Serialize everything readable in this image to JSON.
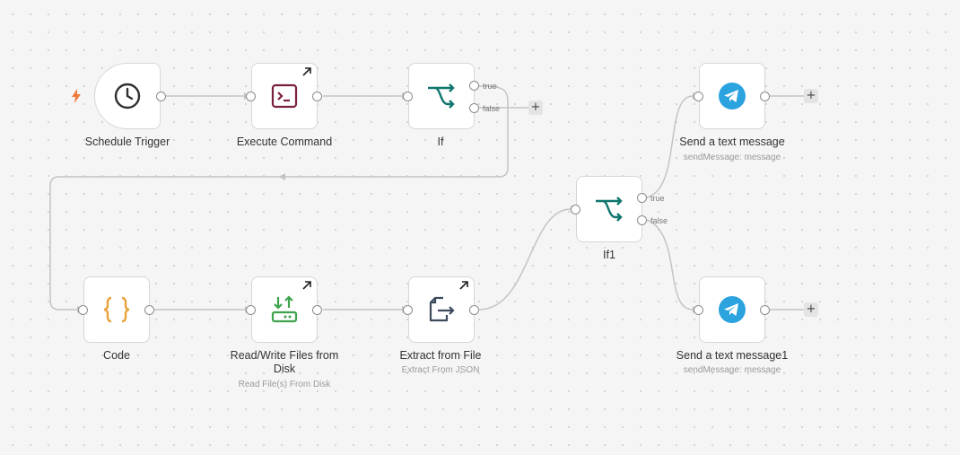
{
  "nodes": {
    "schedule": {
      "title": "Schedule Trigger",
      "icon": "clock-icon"
    },
    "execute": {
      "title": "Execute Command",
      "icon": "terminal-icon"
    },
    "if": {
      "title": "If",
      "icon": "branch-icon",
      "outputs": [
        "true",
        "false"
      ]
    },
    "code": {
      "title": "Code",
      "icon": "braces-icon"
    },
    "readwrite": {
      "title_line1": "Read/Write Files from",
      "title_line2": "Disk",
      "subtitle": "Read File(s) From Disk",
      "icon": "file-transfer-icon"
    },
    "extract": {
      "title": "Extract from File",
      "subtitle": "Extract From JSON",
      "icon": "file-export-icon"
    },
    "if1": {
      "title": "If1",
      "icon": "branch-icon",
      "outputs": [
        "true",
        "false"
      ]
    },
    "telegram1": {
      "title": "Send a text message",
      "subtitle": "sendMessage: message",
      "icon": "telegram-icon"
    },
    "telegram2": {
      "title": "Send a text message1",
      "subtitle": "sendMessage: message",
      "icon": "telegram-icon"
    }
  },
  "add_button_symbol": "+",
  "colors": {
    "canvas": "#f5f5f5",
    "wire": "#c4c4c4",
    "trigger_bolt": "#f07b3a",
    "terminal": "#7a1f3d",
    "branch": "#0f766e",
    "code": "#e8a23a",
    "files": "#3fa34d",
    "extract": "#3d4a5c",
    "telegram": "#2aa3df"
  }
}
